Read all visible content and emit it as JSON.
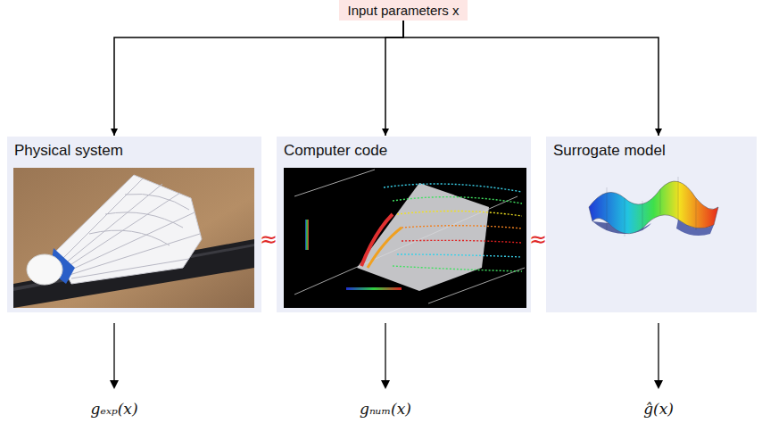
{
  "diagram": {
    "nodes": [
      {
        "text": [
          "Input parameters x"
        ]
      },
      {
        "text": [
          "Physical system"
        ]
      },
      {
        "text": [
          "Computer code"
        ]
      },
      {
        "text": [
          "Surrogate model"
        ]
      }
    ],
    "edges": [
      {
        "from": 0,
        "to": 1,
        "arrow": "to"
      },
      {
        "from": 0,
        "to": 2,
        "arrow": "to"
      },
      {
        "from": 0,
        "to": 3,
        "arrow": "to"
      }
    ],
    "labels": [
      "≈",
      "≈",
      "gₑₓₚ(x)",
      "gₙᵤₘ(x)",
      "ĝ(x)"
    ]
  }
}
